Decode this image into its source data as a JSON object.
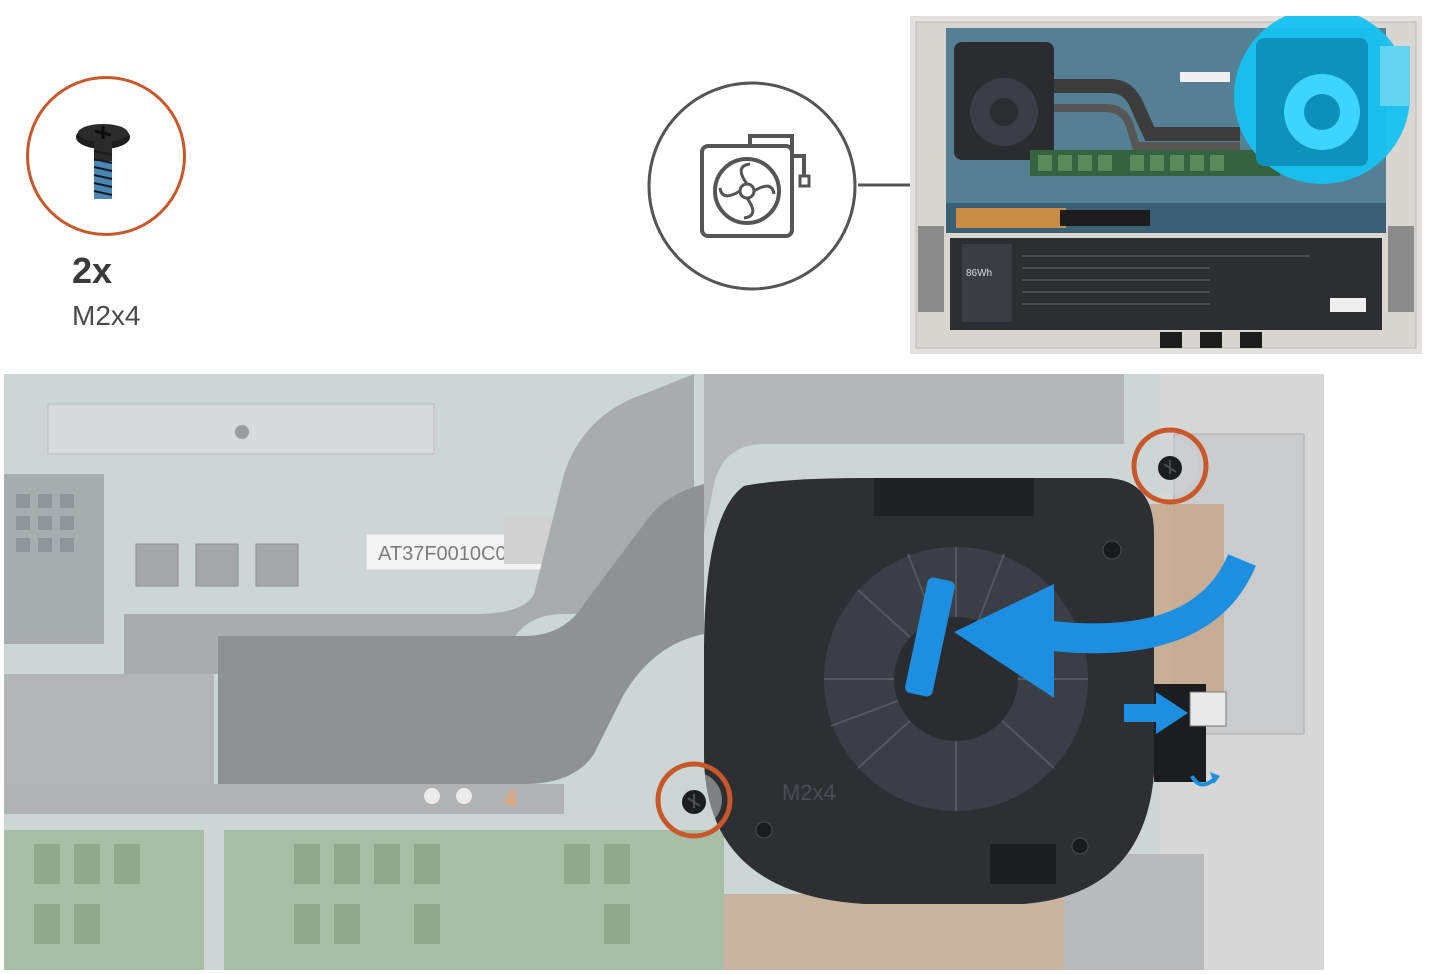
{
  "screw": {
    "quantity": "2x",
    "type": "M2x4"
  },
  "icons": {
    "screw": "screw-icon",
    "fan": "fan-icon",
    "rotate_arrow": "curved-arrow-icon",
    "connector_arrow": "push-arrow-icon",
    "tilt_arrow": "small-curved-arrow-icon"
  },
  "board": {
    "sticker_code": "AT37F0010C0",
    "heatpipe_marker": "4",
    "fan_screw_marking": "M2x4",
    "battery_capacity": "86Wh"
  },
  "colors": {
    "screw_highlight": "#c8582a",
    "action_arrow": "#1e8fe0",
    "fan_highlight": "#16c2f0",
    "board_green": "#9fb9b0",
    "heatpipe_grey": "#8d8d8d",
    "fan_dark": "#2d2f33"
  }
}
